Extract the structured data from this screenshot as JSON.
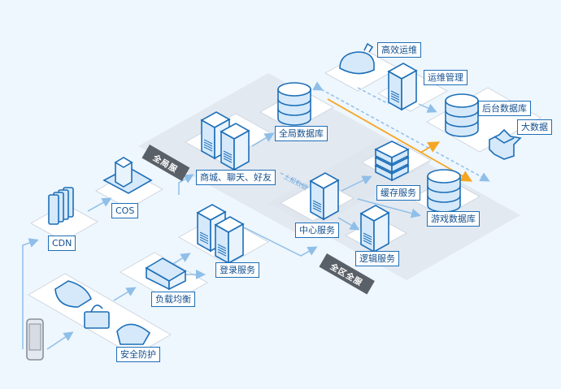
{
  "diagram": {
    "title": "游戏架构示意图",
    "colors": {
      "background": "#eef6fe",
      "outline": "#1d6fb8",
      "fill_light": "#d5e9fa",
      "platform": "#ffffff",
      "zone_tag": "#5a6068",
      "zone_area": "#dfe4ec",
      "arrow": "#8fbfe8",
      "highlight_arrow": "#f5a623"
    },
    "zones": [
      {
        "id": "global",
        "label": "全局服"
      },
      {
        "id": "all_region",
        "label": "全区全服"
      }
    ],
    "nodes": [
      {
        "id": "ops_efficiency",
        "label": "高效运维",
        "icon": "whale-icon"
      },
      {
        "id": "ops_mgmt",
        "label": "运维管理",
        "icon": "server-icon"
      },
      {
        "id": "backend_db",
        "label": "后台数据库",
        "icon": "database-icon"
      },
      {
        "id": "big_data",
        "label": "大数据",
        "icon": "star-block-icon"
      },
      {
        "id": "global_db",
        "label": "全局数据库",
        "icon": "database-icon"
      },
      {
        "id": "mall_chat_friends",
        "label": "商城、聊天、好友",
        "icon": "server-pair-icon"
      },
      {
        "id": "cos",
        "label": "COS",
        "icon": "tower-icon"
      },
      {
        "id": "cdn",
        "label": "CDN",
        "icon": "files-icon"
      },
      {
        "id": "cache",
        "label": "缓存服务",
        "icon": "stack-icon"
      },
      {
        "id": "game_db",
        "label": "游戏数据库",
        "icon": "database-icon"
      },
      {
        "id": "center",
        "label": "中心服务",
        "icon": "server-icon"
      },
      {
        "id": "logic",
        "label": "逻辑服务",
        "icon": "server-icon"
      },
      {
        "id": "login",
        "label": "登录服务",
        "icon": "server-pair-icon"
      },
      {
        "id": "lb",
        "label": "负载均衡",
        "icon": "network-block-icon"
      },
      {
        "id": "security",
        "label": "安全防护",
        "icon": "shield-lock-icon"
      },
      {
        "id": "mobile",
        "label": "",
        "icon": "phone-icon"
      }
    ],
    "annotations": {
      "report_data": "上报数据"
    }
  }
}
